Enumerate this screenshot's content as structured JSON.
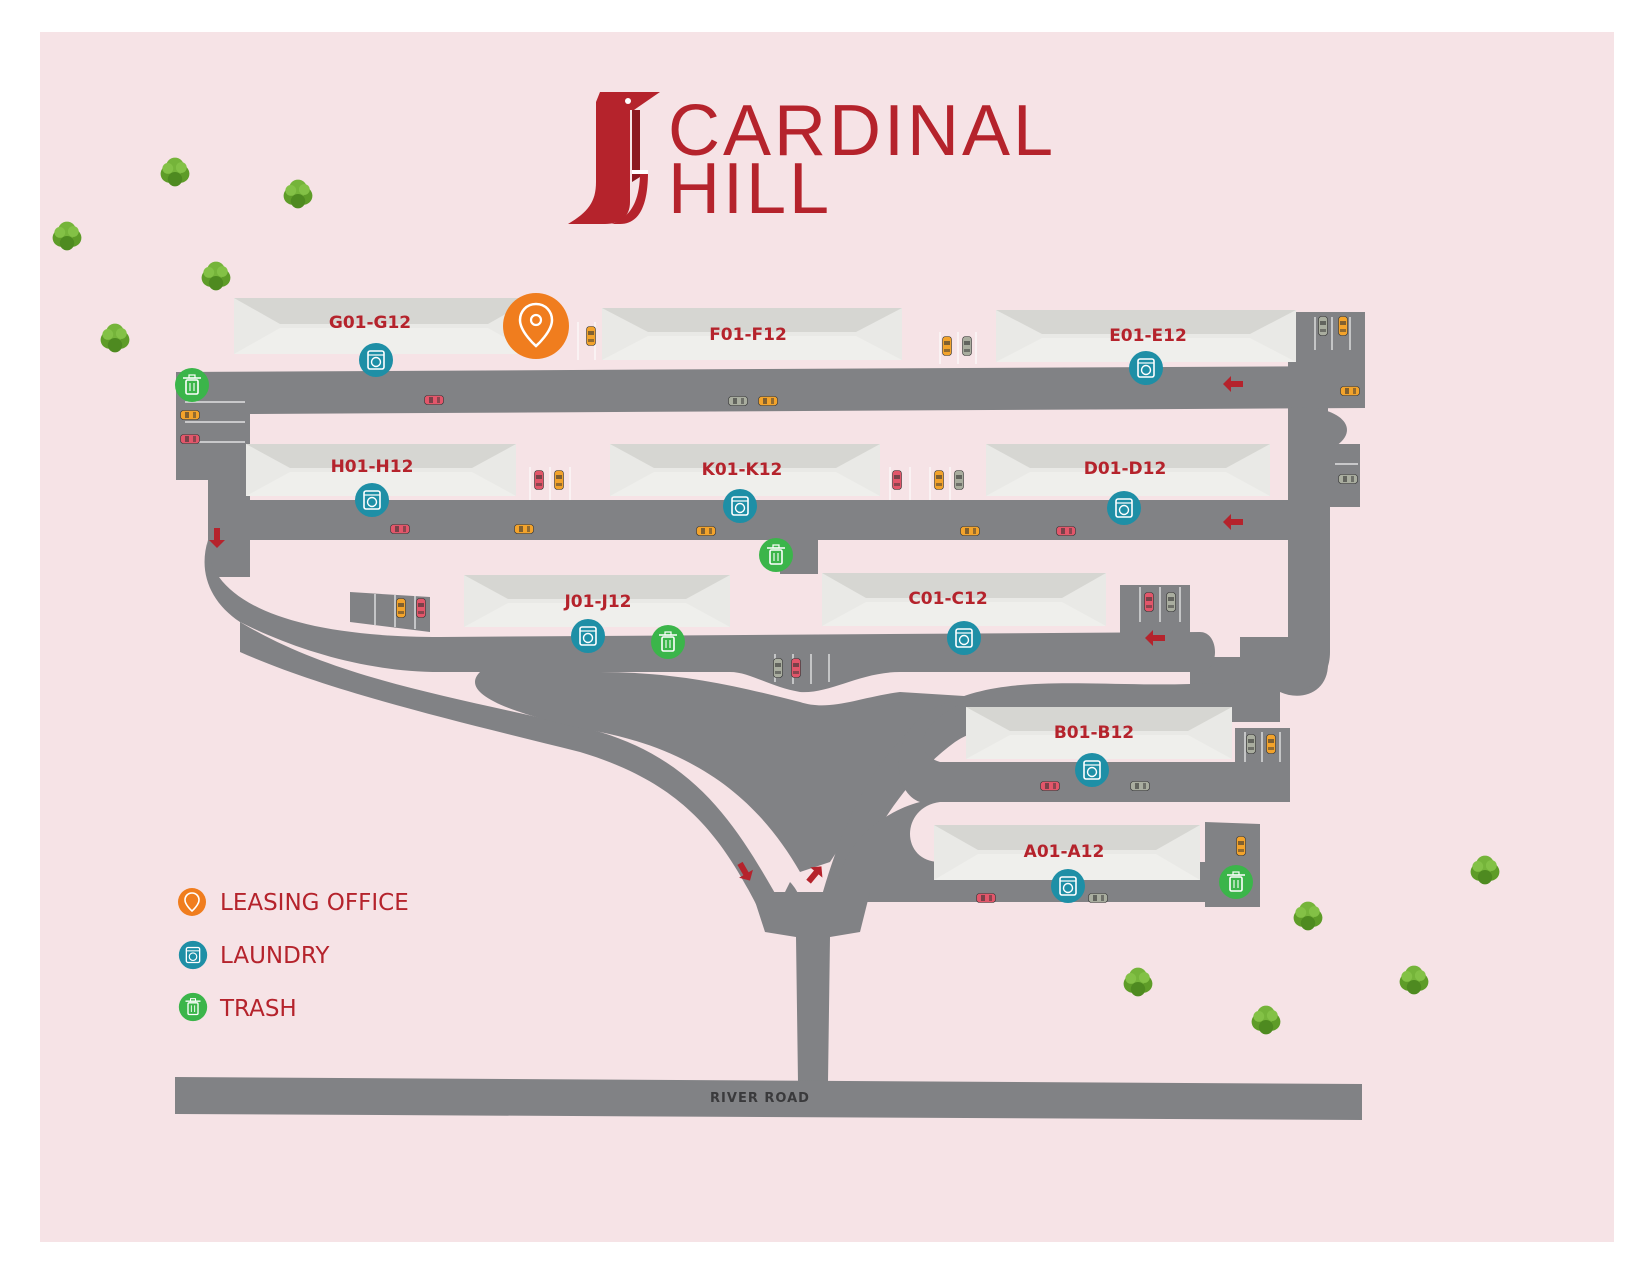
{
  "logo": {
    "line1": "CARDINAL",
    "line2": "HILL"
  },
  "colors": {
    "background": "#f6e3e6",
    "road": "#818285",
    "building": "#e9e9e6",
    "brand_red": "#b5232c",
    "leasing": "#f07d1e",
    "laundry": "#1e8fa6",
    "trash": "#3bb54a",
    "tree": "#6aaa2e"
  },
  "buildings": [
    {
      "id": "G",
      "label": "G01-G12"
    },
    {
      "id": "F",
      "label": "F01-F12"
    },
    {
      "id": "E",
      "label": "E01-E12"
    },
    {
      "id": "H",
      "label": "H01-H12"
    },
    {
      "id": "K",
      "label": "K01-K12"
    },
    {
      "id": "D",
      "label": "D01-D12"
    },
    {
      "id": "J",
      "label": "J01-J12"
    },
    {
      "id": "C",
      "label": "C01-C12"
    },
    {
      "id": "B",
      "label": "B01-B12"
    },
    {
      "id": "A",
      "label": "A01-A12"
    }
  ],
  "road": {
    "name": "RIVER ROAD"
  },
  "legend": [
    {
      "key": "leasing",
      "label": "LEASING OFFICE",
      "icon": "map-pin-icon"
    },
    {
      "key": "laundry",
      "label": "LAUNDRY",
      "icon": "washing-machine-icon"
    },
    {
      "key": "trash",
      "label": "TRASH",
      "icon": "trash-can-icon"
    }
  ]
}
